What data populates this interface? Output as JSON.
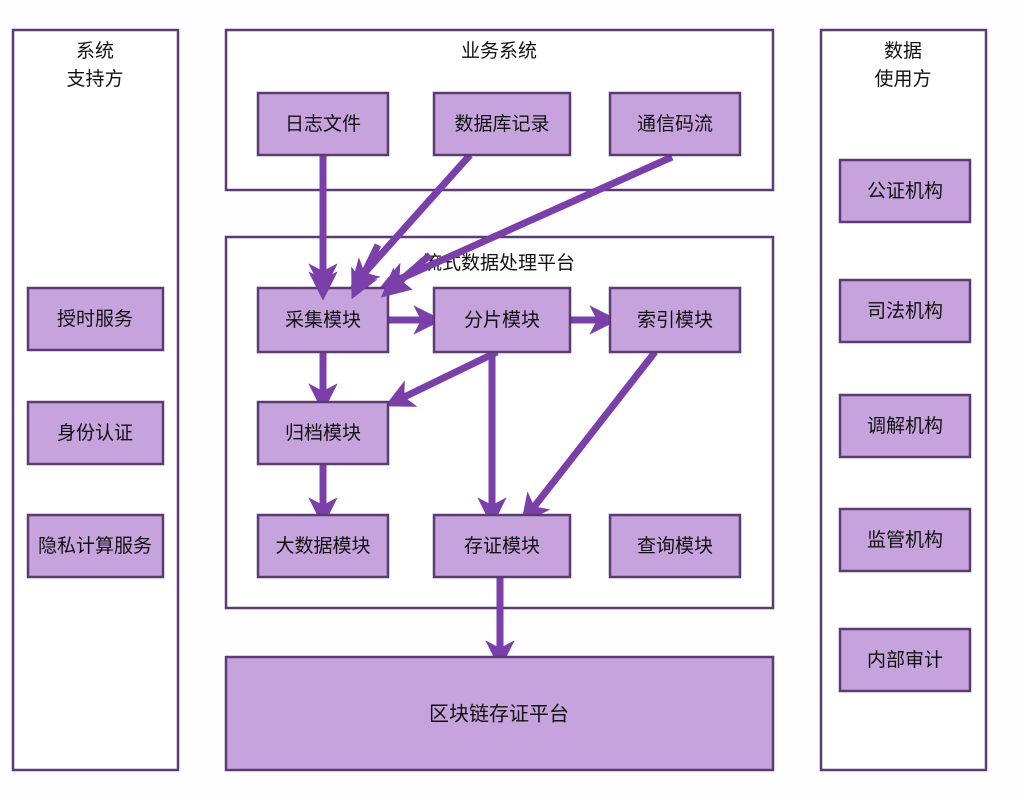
{
  "diagram": {
    "title_lines_left": [
      "系统",
      "支持方"
    ],
    "title_lines_right": [
      "数据",
      "使用方"
    ],
    "colors": {
      "node_fill": "#c6a3dd",
      "node_stroke": "#5c3b72",
      "arrow": "#7a3fa8",
      "frame_stroke": "#5c3b72",
      "background": "#ffffff"
    },
    "groups": {
      "left": {
        "name": "系统支持方",
        "title_line1": "系统",
        "title_line2": "支持方",
        "items": [
          {
            "label": "授时服务"
          },
          {
            "label": "身份认证"
          },
          {
            "label": "隐私计算服务"
          }
        ]
      },
      "business": {
        "name": "业务系统",
        "title": "业务系统",
        "items": [
          {
            "label": "日志文件"
          },
          {
            "label": "数据库记录"
          },
          {
            "label": "通信码流"
          }
        ]
      },
      "platform": {
        "name": "流式数据处理平台",
        "title": "流式数据处理平台",
        "items": [
          {
            "label": "采集模块"
          },
          {
            "label": "分片模块"
          },
          {
            "label": "索引模块"
          },
          {
            "label": "归档模块"
          },
          {
            "label": "大数据模块"
          },
          {
            "label": "存证模块"
          },
          {
            "label": "查询模块"
          }
        ]
      },
      "blockchain": {
        "label": "区块链存证平台"
      },
      "right": {
        "name": "数据使用方",
        "title_line1": "数据",
        "title_line2": "使用方",
        "items": [
          {
            "label": "公证机构"
          },
          {
            "label": "司法机构"
          },
          {
            "label": "调解机构"
          },
          {
            "label": "监管机构"
          },
          {
            "label": "内部审计"
          }
        ]
      }
    },
    "connections": [
      {
        "from": "日志文件",
        "to": "采集模块",
        "style": "vertical-arrow"
      },
      {
        "from": "数据库记录",
        "to": "采集模块",
        "style": "diagonal-arrow"
      },
      {
        "from": "通信码流",
        "to": "采集模块",
        "style": "diagonal-arrow"
      },
      {
        "from": "采集模块",
        "to": "分片模块",
        "style": "horizontal-arrow"
      },
      {
        "from": "分片模块",
        "to": "索引模块",
        "style": "horizontal-arrow"
      },
      {
        "from": "采集模块",
        "to": "归档模块",
        "style": "vertical-arrow"
      },
      {
        "from": "分片模块",
        "to": "归档模块",
        "style": "diagonal-arrow"
      },
      {
        "from": "归档模块",
        "to": "大数据模块",
        "style": "vertical-arrow"
      },
      {
        "from": "分片模块",
        "to": "存证模块",
        "style": "vertical-arrow"
      },
      {
        "from": "索引模块",
        "to": "存证模块",
        "style": "diagonal-arrow"
      },
      {
        "from": "存证模块",
        "to": "区块链存证平台",
        "style": "vertical-arrow"
      }
    ]
  }
}
